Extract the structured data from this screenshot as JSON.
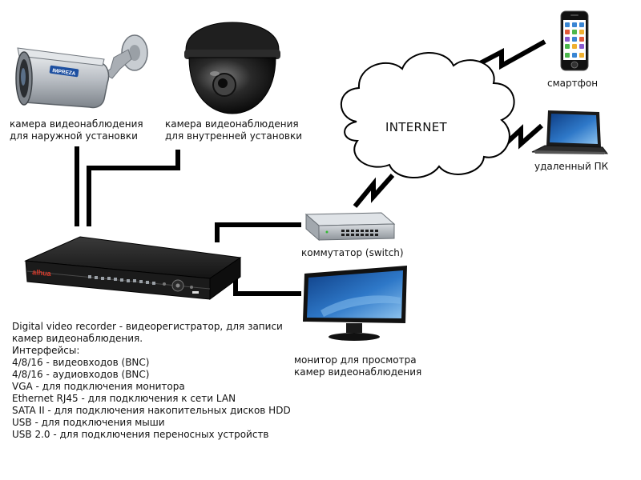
{
  "internet": {
    "label": "INTERNET"
  },
  "devices": {
    "outdoor_camera": {
      "brand": "IMPREZA",
      "label_lines": [
        "камера видеонаблюдения",
        "для наружной установки"
      ]
    },
    "indoor_camera": {
      "label_lines": [
        "камера видеонаблюдения",
        "для внутренней установки"
      ]
    },
    "smartphone": {
      "label": "смартфон"
    },
    "laptop": {
      "label": "удаленный ПК"
    },
    "switch": {
      "label": "коммутатор (switch)"
    },
    "monitor": {
      "label_lines": [
        "монитор для просмотра",
        "камер видеонаблюдения"
      ]
    },
    "dvr": {
      "brand": "alhua",
      "description_lines": [
        "Digital video recorder - видеорегистратор, для записи",
        "камер видеонаблюдения.",
        "Интерфейсы:",
        "4/8/16 - видеовходов (BNC)",
        "4/8/16 - аудиовходов (BNC)",
        "VGA - для подключения монитора",
        "Ethernet RJ45 - для подключения к сети LAN",
        "SATA II - для подключения накопительных дисков HDD",
        "USB - для подключения мыши",
        "USB 2.0 - для подключения переносных устройств"
      ]
    }
  },
  "colors": {
    "cable": "#000000",
    "background": "#ffffff",
    "screen_blue": "#1f5fa8",
    "device_dark": "#1c1c1c",
    "device_silver": "#c9ccd0"
  }
}
